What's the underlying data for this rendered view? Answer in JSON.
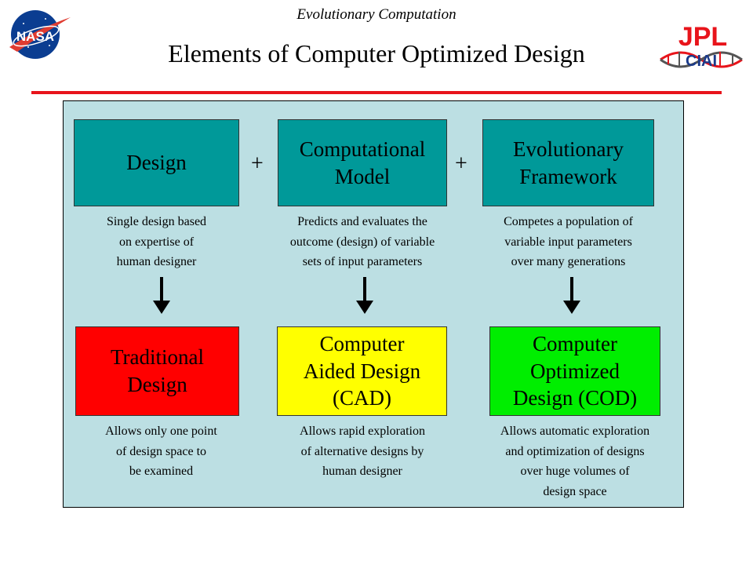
{
  "header": {
    "subtitle": "Evolutionary Computation",
    "title": "Elements of Computer Optimized Design",
    "left_logo": "NASA",
    "right_logo": "JPL",
    "right_logo_sub": "CIAI"
  },
  "colors": {
    "rule": "#e8141b",
    "panel": "#bcdfe3",
    "teal": "#009999",
    "red": "#ff0000",
    "yellow": "#ffff00",
    "green": "#00ee00"
  },
  "top_row": [
    {
      "label": "Design",
      "desc": "Single design based\non expertise of\nhuman designer"
    },
    {
      "label": "Computational\nModel",
      "desc": "Predicts and evaluates the\noutcome (design) of variable\nsets of input parameters"
    },
    {
      "label": "Evolutionary\nFramework",
      "desc": "Competes a population of\nvariable input parameters\nover many generations"
    }
  ],
  "operators": [
    "+",
    "+"
  ],
  "bottom_row": [
    {
      "label": "Traditional\nDesign",
      "desc": "Allows only one point\nof design space to\nbe examined"
    },
    {
      "label": "Computer\nAided Design\n(CAD)",
      "desc": "Allows rapid exploration\nof alternative designs by\nhuman designer"
    },
    {
      "label": "Computer\nOptimized\nDesign (COD)",
      "desc": "Allows automatic exploration\nand optimization of designs\nover huge volumes of\ndesign space"
    }
  ]
}
